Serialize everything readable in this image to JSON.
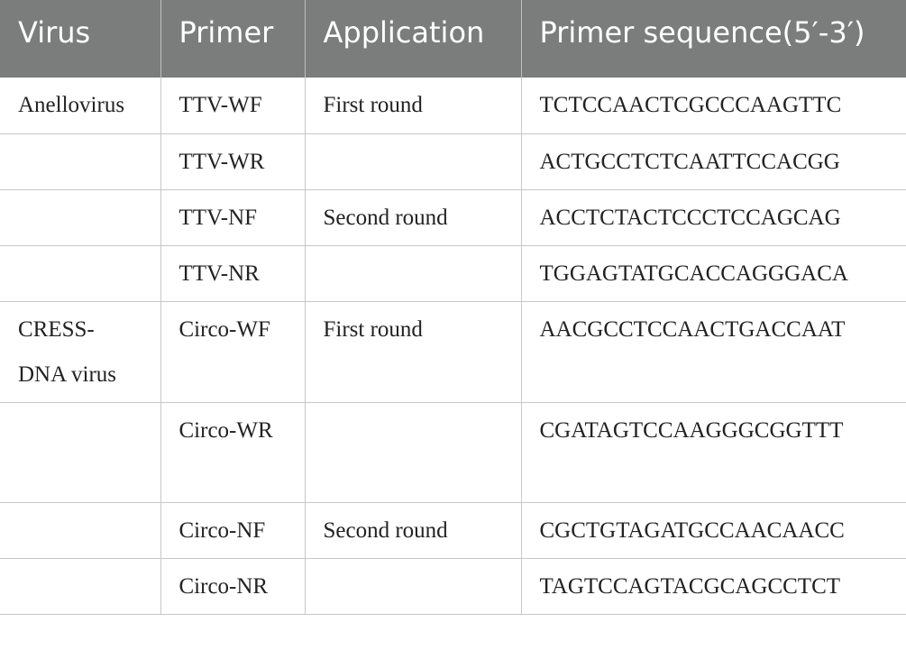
{
  "headers": {
    "virus": "Virus",
    "primer": "Primer",
    "application": "Application",
    "sequence": "Primer sequence(5′-3′)"
  },
  "rows": [
    {
      "virus": "Anellovirus",
      "primer": "TTV-WF",
      "application": "First round",
      "sequence": "TCTCCAACTCGCCCAAGTTC"
    },
    {
      "virus": "",
      "primer": "TTV-WR",
      "application": "",
      "sequence": "ACTGCCTCTCAATTCCACGG"
    },
    {
      "virus": "",
      "primer": "TTV-NF",
      "application": "Second round",
      "sequence": "ACCTCTACTCCCTCCAGCAG"
    },
    {
      "virus": "",
      "primer": "TTV-NR",
      "application": "",
      "sequence": "TGGAGTATGCACCAGGGACA"
    },
    {
      "virus": "CRESS-DNA virus",
      "primer": "Circo-WF",
      "application": "First round",
      "sequence": "AACGCCTCCAACTGACCAAT"
    },
    {
      "virus": "",
      "primer": "Circo-WR",
      "application": "",
      "sequence": "CGATAGTCCAAGGGCGGTTT"
    },
    {
      "virus": "",
      "primer": "Circo-NF",
      "application": "Second round",
      "sequence": "CGCTGTAGATGCCAACAACC"
    },
    {
      "virus": "",
      "primer": "Circo-NR",
      "application": "",
      "sequence": "TAGTCCAGTACGCAGCCTCT"
    }
  ]
}
